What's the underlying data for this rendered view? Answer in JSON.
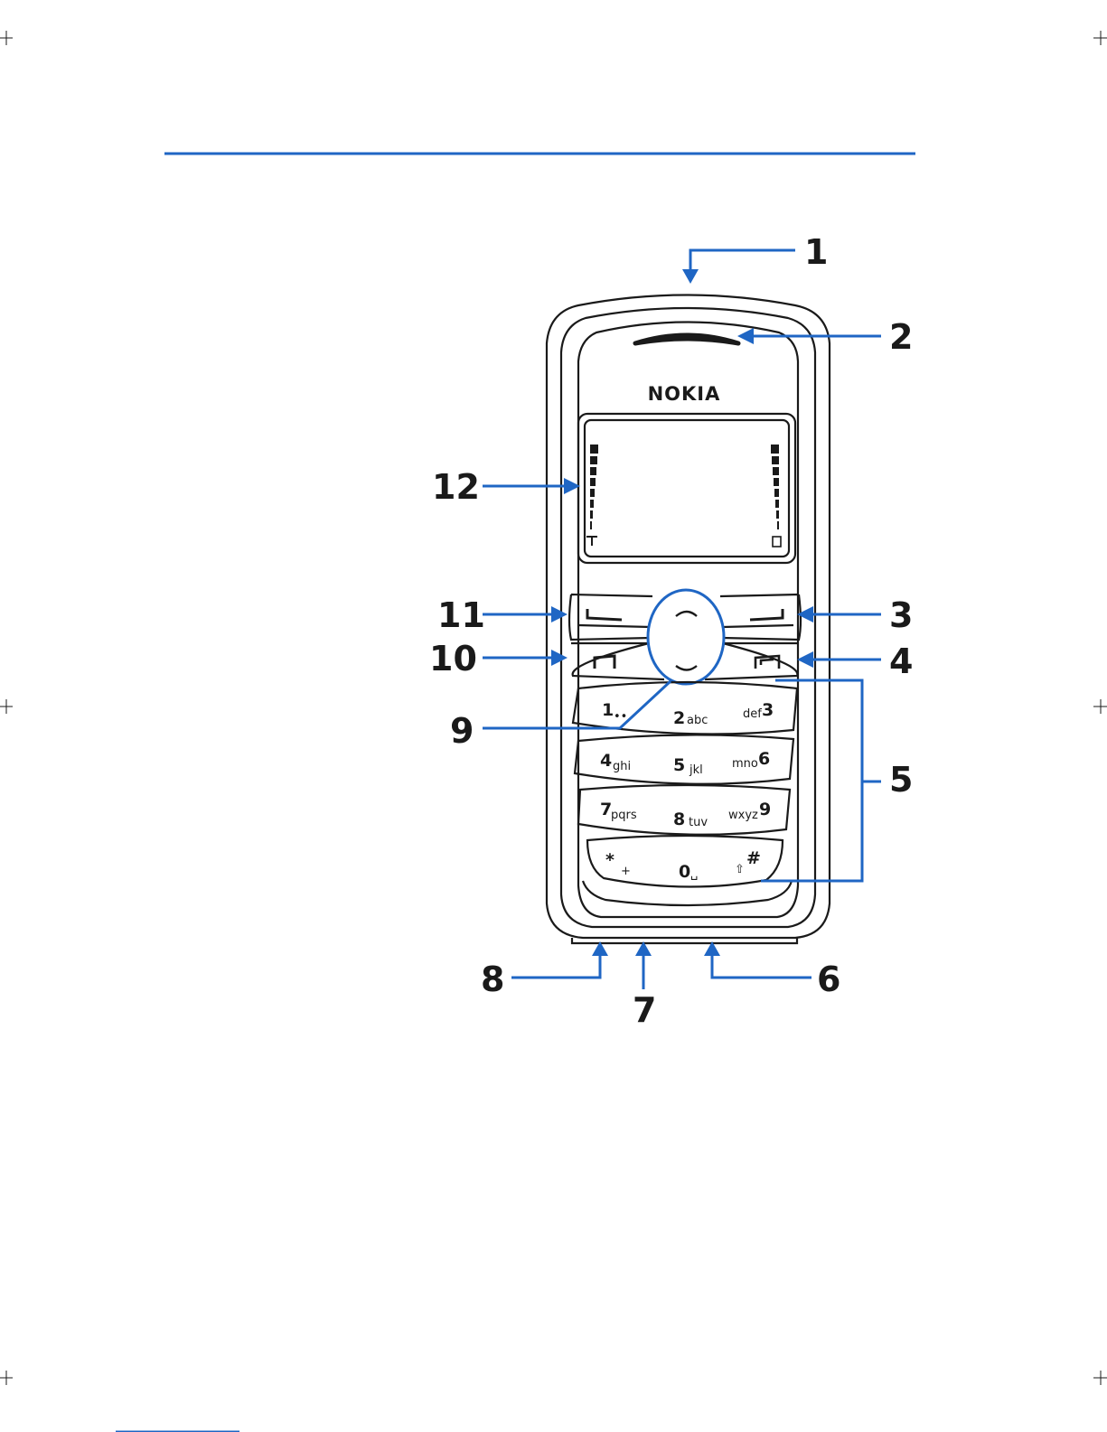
{
  "brand": "NOKIA",
  "colors": {
    "accent": "#1f66c4",
    "line": "#1a1a1a"
  },
  "callouts": [
    "1",
    "2",
    "3",
    "4",
    "5",
    "6",
    "7",
    "8",
    "9",
    "10",
    "11",
    "12"
  ],
  "keypad": [
    [
      {
        "num": "1",
        "sub": "••"
      },
      {
        "num": "2",
        "sub": "abc"
      },
      {
        "num": "3",
        "sub": "def"
      }
    ],
    [
      {
        "num": "4",
        "sub": "ghi"
      },
      {
        "num": "5",
        "sub": "jkl"
      },
      {
        "num": "6",
        "sub": "mno"
      }
    ],
    [
      {
        "num": "7",
        "sub": "pqrs"
      },
      {
        "num": "8",
        "sub": "tuv"
      },
      {
        "num": "9",
        "sub": "wxyz"
      }
    ],
    [
      {
        "num": "*",
        "sub": "+"
      },
      {
        "num": "0",
        "sub": "␣"
      },
      {
        "num": "#",
        "sub": "⇧"
      }
    ]
  ],
  "icons": [
    "signal-icon",
    "battery-icon",
    "earpiece-icon",
    "scroll-key-icon",
    "call-key-icon",
    "end-key-icon"
  ]
}
